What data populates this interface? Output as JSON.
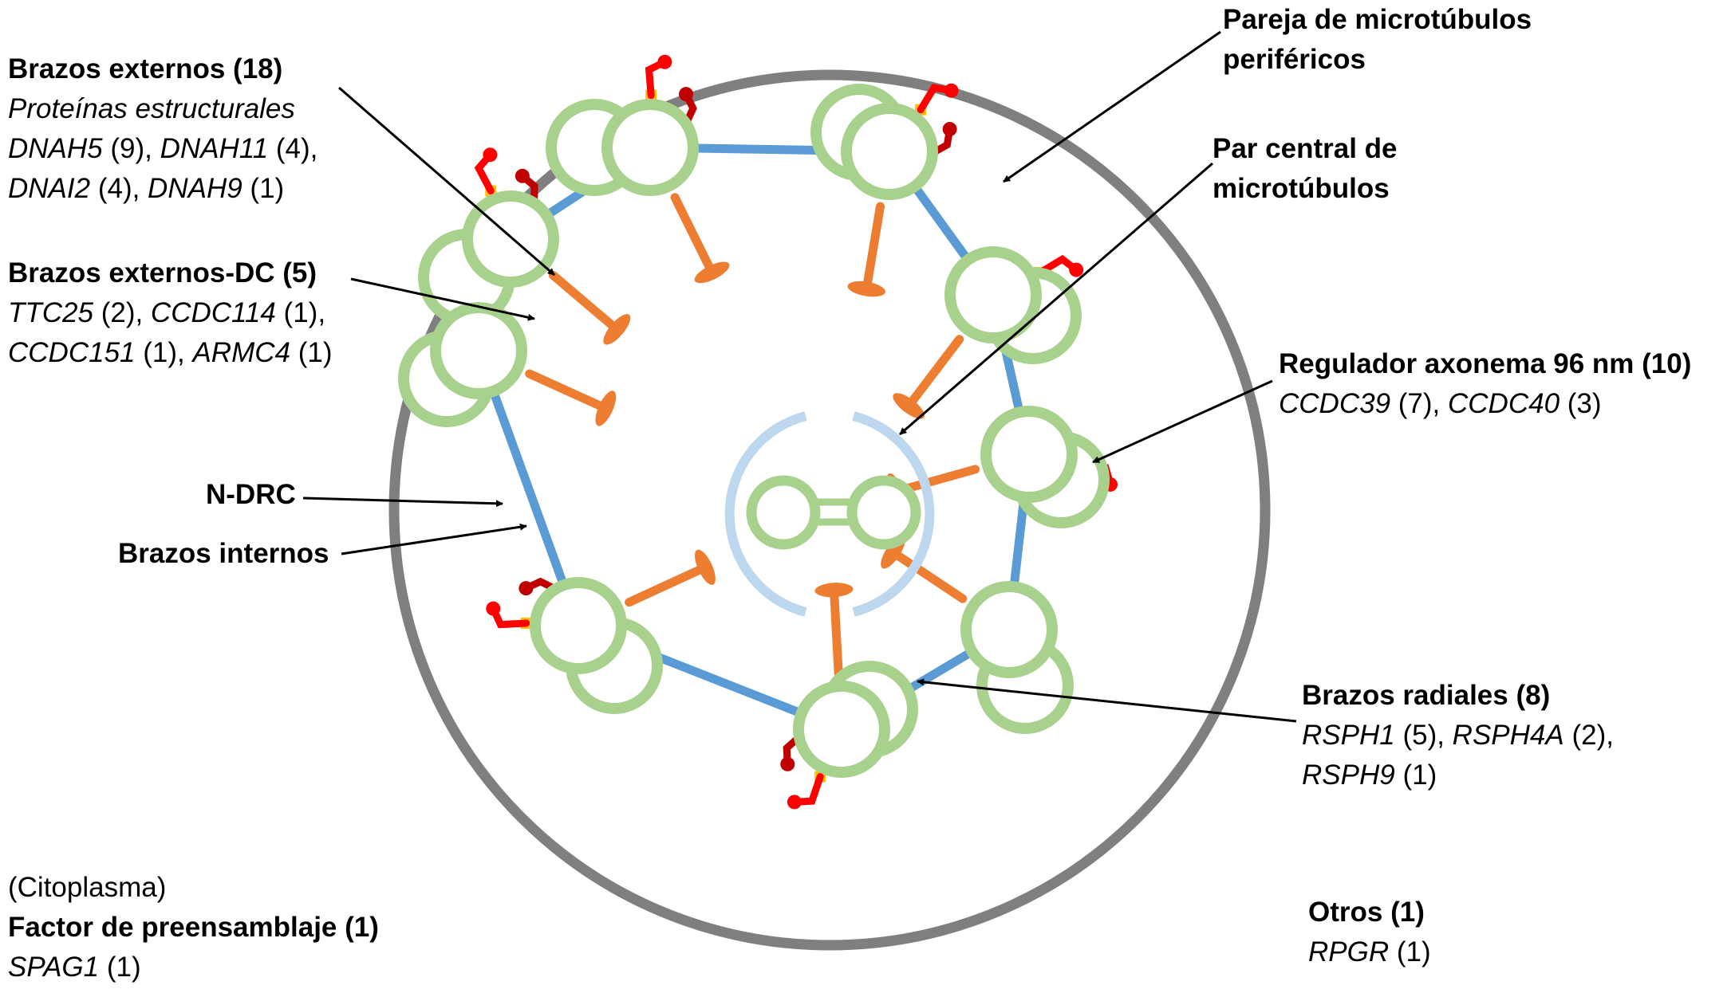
{
  "colors": {
    "membrane": "#7f7f7f",
    "microtubule": "#a9d18e",
    "central_sheath": "#bdd7ee",
    "nexin_link": "#5b9bd5",
    "outer_arm": "#ff0000",
    "inner_arm": "#c00000",
    "docking_complex": "#ffc000",
    "radial_spoke": "#ed7d31",
    "text": "#000000"
  },
  "labels": {
    "outer_arms": {
      "title": "Brazos externos (18)",
      "subtitle": "Proteínas estructurales",
      "g1": "DNAH5",
      "n1": " (9), ",
      "g2": "DNAH11",
      "n2": " (4),",
      "g3": "DNAI2",
      "n3": " (4), ",
      "g4": "DNAH9",
      "n4": " (1)"
    },
    "outer_arms_dc": {
      "title": "Brazos externos-DC (5)",
      "g1": "TTC25",
      "n1": " (2), ",
      "g2": "CCDC114",
      "n2": " (1),",
      "g3": "CCDC151",
      "n3": " (1), ",
      "g4": "ARMC4",
      "n4": " (1)"
    },
    "ndrc": {
      "title": "N-DRC"
    },
    "inner_arms": {
      "title": "Brazos internos"
    },
    "peripheral_pair": {
      "line1": "Pareja de microtúbulos",
      "line2": "periféricos"
    },
    "central_pair": {
      "line1": "Par central de",
      "line2": "microtúbulos"
    },
    "regulator": {
      "title": "Regulador axonema 96 nm (10)",
      "g1": "CCDC39",
      "n1": " (7), ",
      "g2": "CCDC40",
      "n2": " (3)"
    },
    "radial_spokes": {
      "title": "Brazos radiales (8)",
      "g1": "RSPH1",
      "n1": " (5), ",
      "g2": "RSPH4A",
      "n2": " (2),",
      "g3": "RSPH9",
      "n3": " (1)"
    },
    "cytoplasm": {
      "note": "(Citoplasma)",
      "title": "Factor de preensamblaje (1)",
      "g1": "SPAG1",
      "n1": " (1)"
    },
    "others": {
      "title": "Otros (1)",
      "g1": "RPGR",
      "n1": " (1)"
    }
  }
}
